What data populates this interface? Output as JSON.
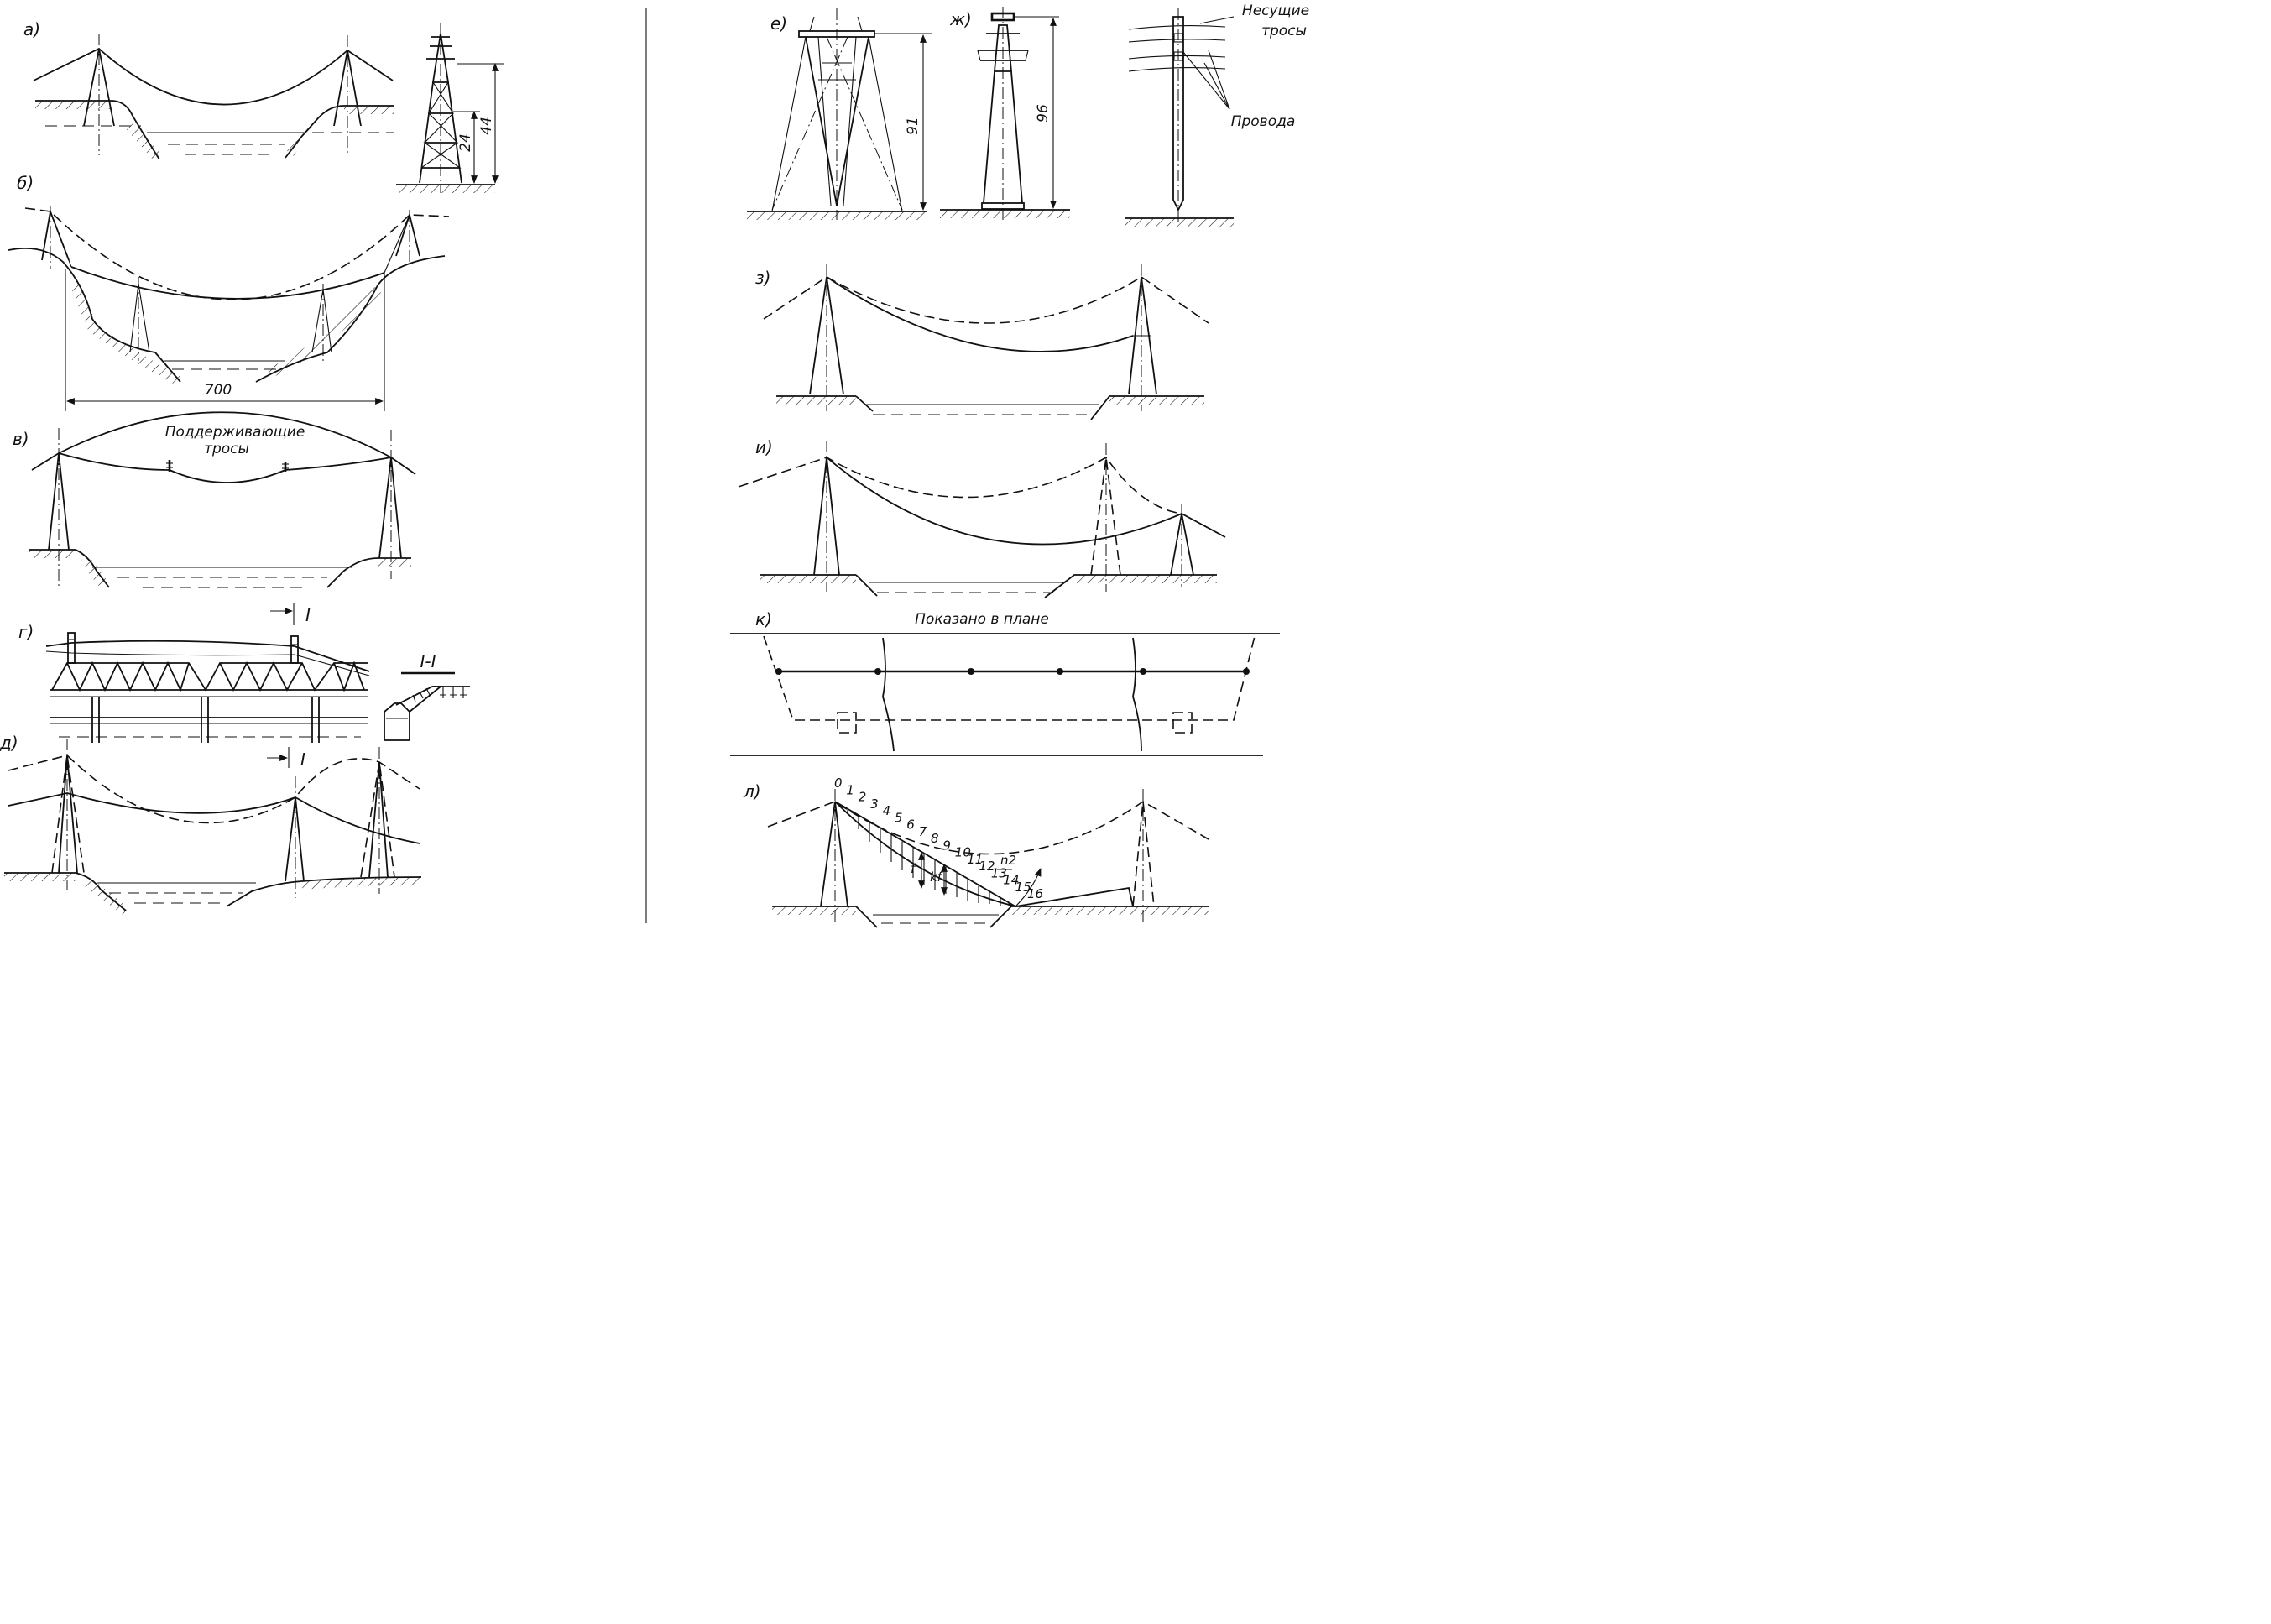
{
  "panels": {
    "a": "а)",
    "b": "б)",
    "v": "в)",
    "g": "г)",
    "d": "д)",
    "e": "е)",
    "zh": "ж)",
    "z": "з)",
    "i": "и)",
    "k": "к)",
    "l": "л)"
  },
  "dimensions": {
    "tower_a_h1": "24",
    "tower_a_h2": "44",
    "span_b": "700",
    "tower_e_h": "91",
    "tower_zh_h": "96"
  },
  "labels": {
    "supporting_cables": "Поддерживающие тросы",
    "supporting_cables_line1": "Поддерживающие",
    "supporting_cables_line2": "тросы",
    "section_mark": "I",
    "section_title": "I-I",
    "carrying_cables_line1": "Несущие",
    "carrying_cables_line2": "тросы",
    "wires": "Провода",
    "shown_in_plan": "Показано в плане",
    "f": "f",
    "kf": "kf",
    "n2": "n2"
  },
  "sag_points": [
    "0",
    "1",
    "2",
    "3",
    "4",
    "5",
    "6",
    "7",
    "8",
    "9",
    "10",
    "11",
    "12",
    "13",
    "14",
    "15",
    "16"
  ]
}
